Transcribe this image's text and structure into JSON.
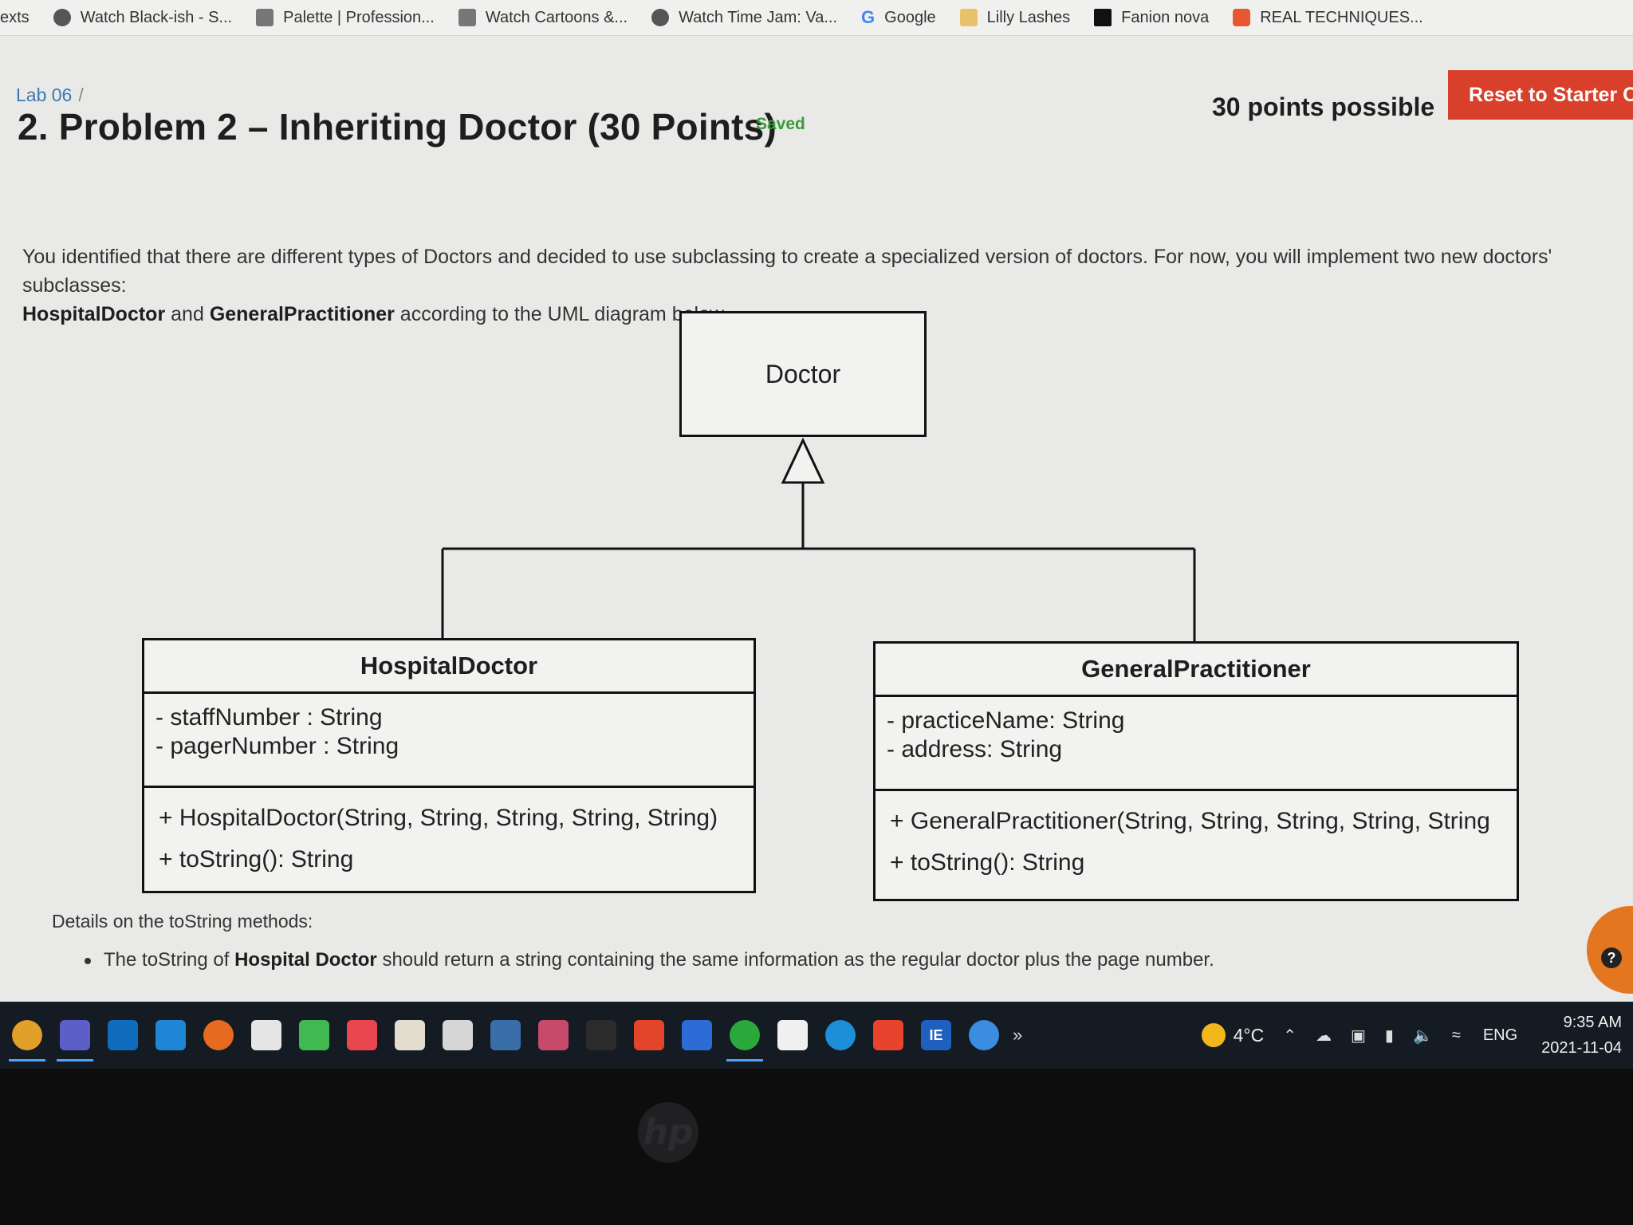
{
  "bookmarks": [
    {
      "label": "exts",
      "icon": "none"
    },
    {
      "label": "Watch Black-ish - S...",
      "icon": "globe-icon"
    },
    {
      "label": "Palette | Profession...",
      "icon": "palette-icon"
    },
    {
      "label": "Watch Cartoons &...",
      "icon": "tv-icon"
    },
    {
      "label": "Watch Time Jam: Va...",
      "icon": "globe-icon"
    },
    {
      "label": "Google",
      "icon": "google-icon"
    },
    {
      "label": "Lilly Lashes",
      "icon": "lashes-icon"
    },
    {
      "label": "Fanion nova",
      "icon": "fashion-nova-icon"
    },
    {
      "label": "REAL TECHNIQUES...",
      "icon": "rt-icon"
    }
  ],
  "header": {
    "breadcrumb": "Lab 06",
    "breadcrumb_sep": "/",
    "title": "2. Problem 2 – Inheriting Doctor (30 Points)",
    "status": "Saved",
    "points": "30 points possible",
    "reset_label": "Reset to Starter Code"
  },
  "description": {
    "text1": "You identified that there are different types of Doctors and decided to use subclassing to create a specialized version of doctors. For now, you will implement two new doctors' subclasses:",
    "class1": "HospitalDoctor",
    "and": "and",
    "class2": "GeneralPractitioner",
    "text2": "according to the UML diagram below."
  },
  "uml": {
    "parent": "Doctor",
    "hospital_doctor": {
      "name": "HospitalDoctor",
      "attributes": [
        "- staffNumber : String",
        "- pagerNumber : String"
      ],
      "methods": [
        "+ HospitalDoctor(String, String, String, String, String)",
        "+ toString(): String"
      ]
    },
    "general_practitioner": {
      "name": "GeneralPractitioner",
      "attributes": [
        "- practiceName: String",
        "- address: String"
      ],
      "methods": [
        "+ GeneralPractitioner(String, String, String, String, String",
        "+ toString(): String"
      ]
    }
  },
  "details": {
    "heading": "Details on the toString methods:",
    "bullet_pre": "The toString of",
    "bullet_bold": "Hospital Doctor",
    "bullet_post": "should return a string containing the same information as the regular doctor plus the page number."
  },
  "help_label": "?",
  "taskbar": {
    "apps": [
      {
        "name": "chrome-icon",
        "color": "#e0a02a"
      },
      {
        "name": "teams-icon",
        "color": "#5b5fc7"
      },
      {
        "name": "outlook-icon",
        "color": "#0f6cbd"
      },
      {
        "name": "vscode-icon",
        "color": "#1f86d6"
      },
      {
        "name": "firefox-icon",
        "color": "#e66a1f"
      },
      {
        "name": "intellij-icon",
        "color": "#e5e5e5"
      },
      {
        "name": "pycharm-icon",
        "color": "#3fb950"
      },
      {
        "name": "creative-cloud-icon",
        "color": "#e8474f"
      },
      {
        "name": "popcorn-icon",
        "color": "#e3ddd0"
      },
      {
        "name": "text-icon",
        "color": "#d6d6d6"
      },
      {
        "name": "mysql-icon",
        "color": "#3a6ea8"
      },
      {
        "name": "snipping-tool-icon",
        "color": "#c74a6a"
      },
      {
        "name": "terminal-icon",
        "color": "#2b2b2b"
      },
      {
        "name": "sticky-notes-icon",
        "color": "#e3452a"
      },
      {
        "name": "powershell-icon",
        "color": "#2d6bd6"
      },
      {
        "name": "xbox-icon",
        "color": "#2aa83b"
      },
      {
        "name": "notepad-icon",
        "color": "#f0f0f0"
      },
      {
        "name": "edge-icon",
        "color": "#1d8fd8"
      },
      {
        "name": "anydesk-icon",
        "color": "#e8432c"
      },
      {
        "name": "ie-icon",
        "color": "#1f5fbf"
      },
      {
        "name": "help-icon",
        "color": "#3a8de0"
      }
    ],
    "ie_label": "IE",
    "overflow_label": "»",
    "temperature": "4°C",
    "language": "ENG",
    "time": "9:35 AM",
    "date": "2021-11-04"
  },
  "hp_logo": "hp"
}
